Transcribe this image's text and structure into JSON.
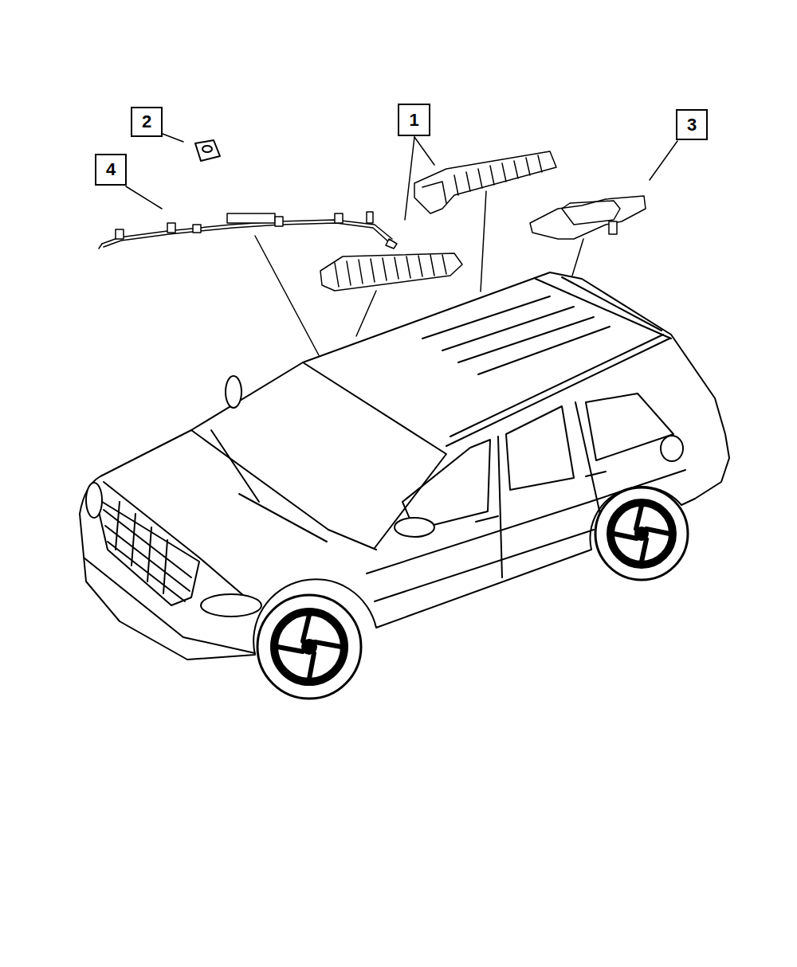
{
  "diagram": {
    "nodes": [
      {
        "text": [
          "2"
        ]
      },
      {
        "text": [
          "1"
        ]
      },
      {
        "text": [
          "3"
        ]
      },
      {
        "text": [
          "4"
        ]
      }
    ]
  }
}
